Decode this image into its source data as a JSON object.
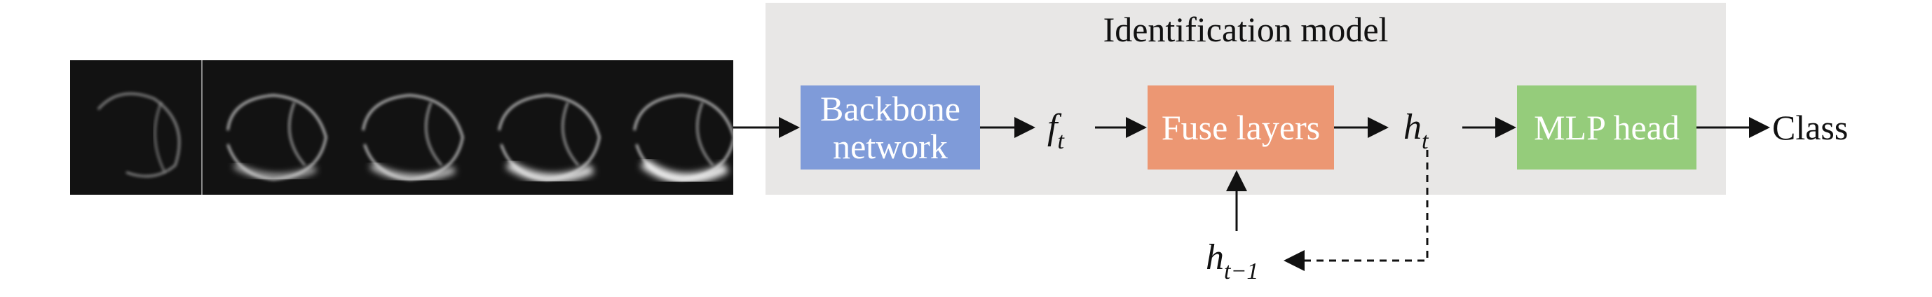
{
  "model": {
    "title": "Identification model"
  },
  "boxes": {
    "backbone": {
      "line1": "Backbone",
      "line2": "network",
      "color": "#7f9bd9"
    },
    "fuse": {
      "label": "Fuse layers",
      "color": "#ec9773"
    },
    "mlp": {
      "label": "MLP head",
      "color": "#95cc7b"
    }
  },
  "variables": {
    "f_t": {
      "base": "f",
      "sub": "t"
    },
    "h_t": {
      "base": "h",
      "sub": "t"
    },
    "h_t_minus_1": {
      "base": "h",
      "sub": "t−1"
    }
  },
  "output": {
    "label": "Class"
  },
  "colors": {
    "panel": "#e8e7e6",
    "frames_background": "#121212",
    "arrows": "#111111"
  }
}
